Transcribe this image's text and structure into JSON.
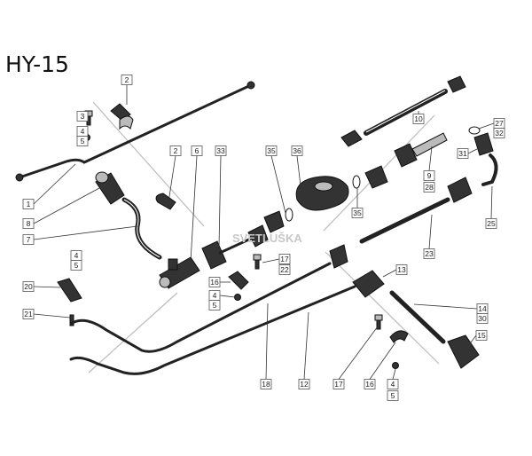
{
  "title": "HY-15",
  "watermark": "SVETLUŠKA",
  "callouts": [
    "2",
    "3",
    "4",
    "5",
    "1",
    "8",
    "7",
    "4",
    "5",
    "20",
    "21",
    "2",
    "6",
    "33",
    "35",
    "36",
    "10",
    "27",
    "32",
    "31",
    "9",
    "28",
    "35",
    "25",
    "23",
    "17",
    "22",
    "13",
    "16",
    "4",
    "5",
    "14",
    "30",
    "15",
    "18",
    "12",
    "17",
    "16",
    "4",
    "5"
  ]
}
